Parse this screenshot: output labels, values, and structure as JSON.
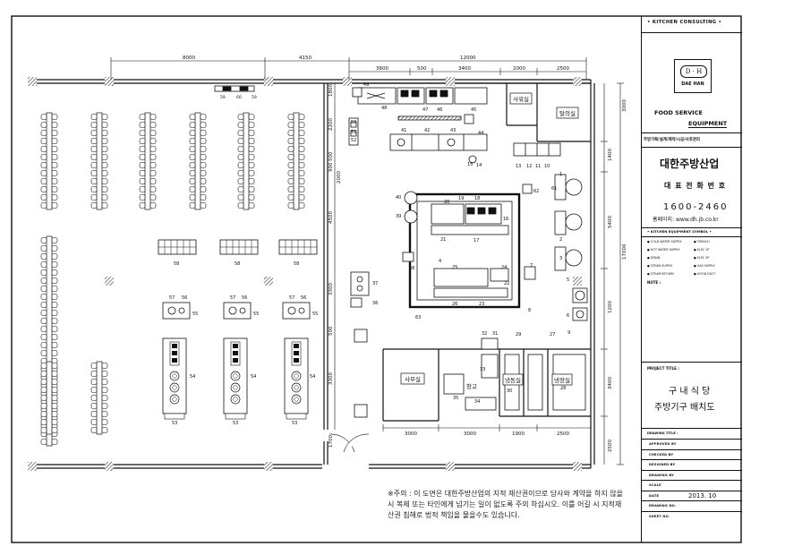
{
  "title_block": {
    "header": "• KITCHEN CONSULTING •",
    "logo_text": "D · H",
    "logo_sub": "DAE HAN",
    "equip_line1": "FOOD SERVICE",
    "equip_line2": "EQUIPMENT",
    "services": "주방기획/설계/제작/시공/사후관리",
    "company": "대한주방산업",
    "rep_label": "대 표 전 화 번 호",
    "phone": "1600-2460",
    "homepage": "홈페이지: www.dh.jb.co.kr",
    "symbol_header": "• KITCHEN EQUIPMENT SYMBOL •",
    "symbols": [
      "COLD WATER SUPPLY",
      "TRENCH",
      "HOT WATER SUPPLY",
      "ELEC 1P",
      "DRAIN",
      "ELEC 3P",
      "STEAM SUPPLY",
      "GAS SUPPLY",
      "STEAM RETURN",
      "HOOD DUCT"
    ],
    "note_label": "NOTE :",
    "project_label": "PROJECT TITLE :",
    "project_name": "구 내 식 당",
    "drawing_name": "주방기구 배치도",
    "drawing_title_label": "DRAWING TITLE :",
    "fields": [
      "APPROVED BY",
      "CHECKED BY",
      "DESIGNED BY",
      "DRAWING BY",
      "SCALE",
      "DATE",
      "DRAWING NO.",
      "SHEET NO."
    ],
    "date": "2013. 10"
  },
  "notice": "※주의 : 이 도면은 대한주방산업의 지적 재산권이므로 당사와 계약을 하지 않을 시 복제 또는 타인에게 넘기는 일이 없도록 주의 하십시오. 이를 어길 시 지적재산권 침해로 법적 책임을 물을수도 있습니다.",
  "dimensions": {
    "top": [
      "8000",
      "4150",
      "12000",
      "3600",
      "500",
      "3400",
      "2000",
      "2500"
    ],
    "bottom": [
      "3000",
      "3000",
      "1900",
      "2500"
    ],
    "right": [
      "3000",
      "1400",
      "5400",
      "17000",
      "1200",
      "3400",
      "2500"
    ],
    "mid": [
      "1800",
      "2200",
      "500",
      "900",
      "2000",
      "4500",
      "3300",
      "500",
      "3300",
      "1700"
    ]
  },
  "rooms": [
    "사워실",
    "탈의실",
    "사무실",
    "창고",
    "냉동실",
    "냉장실"
  ],
  "item_numbers": {
    "n56": "56",
    "n57": "57",
    "n55": "55",
    "n54": "54",
    "n53": "53",
    "n58": "58",
    "n59": "59",
    "n60": "60",
    "kitchen": [
      "49",
      "48",
      "47",
      "46",
      "45",
      "50",
      "51",
      "52",
      "41",
      "42",
      "43",
      "44",
      "15",
      "14",
      "13",
      "12",
      "11",
      "10",
      "62",
      "40",
      "39",
      "20",
      "19",
      "18",
      "16",
      "17",
      "21",
      "37",
      "36",
      "25",
      "24",
      "4",
      "22",
      "26",
      "23",
      "7",
      "63",
      "8",
      "61",
      "1",
      "2",
      "3",
      "5",
      "6",
      "9",
      "32",
      "31",
      "29",
      "27",
      "33",
      "35",
      "34",
      "30",
      "28",
      "38"
    ]
  }
}
